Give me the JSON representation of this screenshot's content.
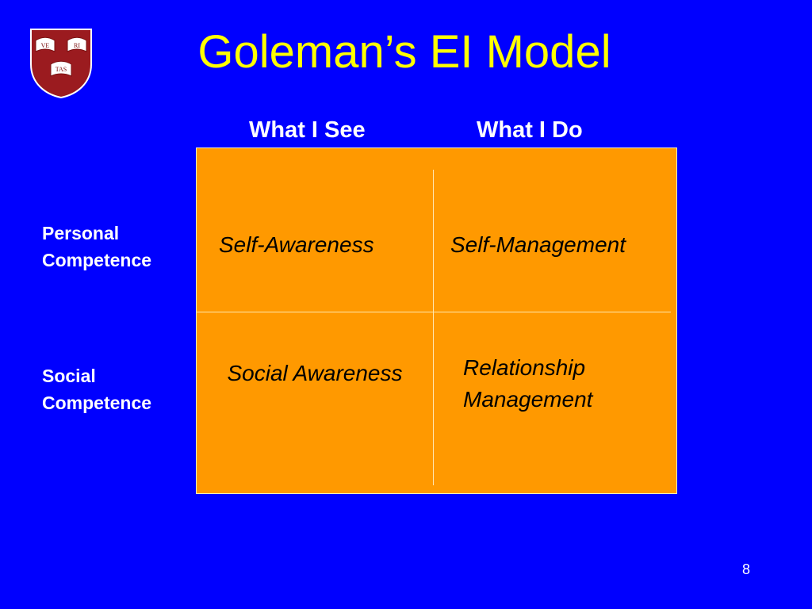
{
  "slide": {
    "title": "Goleman’s EI Model",
    "page_number": "8",
    "logo_icon": "harvard-shield-icon",
    "logo_text": [
      "VE",
      "RI",
      "TAS"
    ],
    "background_color": "#0000ff",
    "title_color": "#ffff00",
    "matrix_color": "#ff9900"
  },
  "columns": {
    "see": "What I See",
    "do": "What I Do"
  },
  "rows": {
    "personal": "Personal Competence",
    "social": "Social Competence"
  },
  "cells": {
    "self_awareness": "Self-Awareness",
    "self_management": "Self-Management",
    "social_awareness": "Social Awareness",
    "relationship_management": "Relationship Management"
  }
}
